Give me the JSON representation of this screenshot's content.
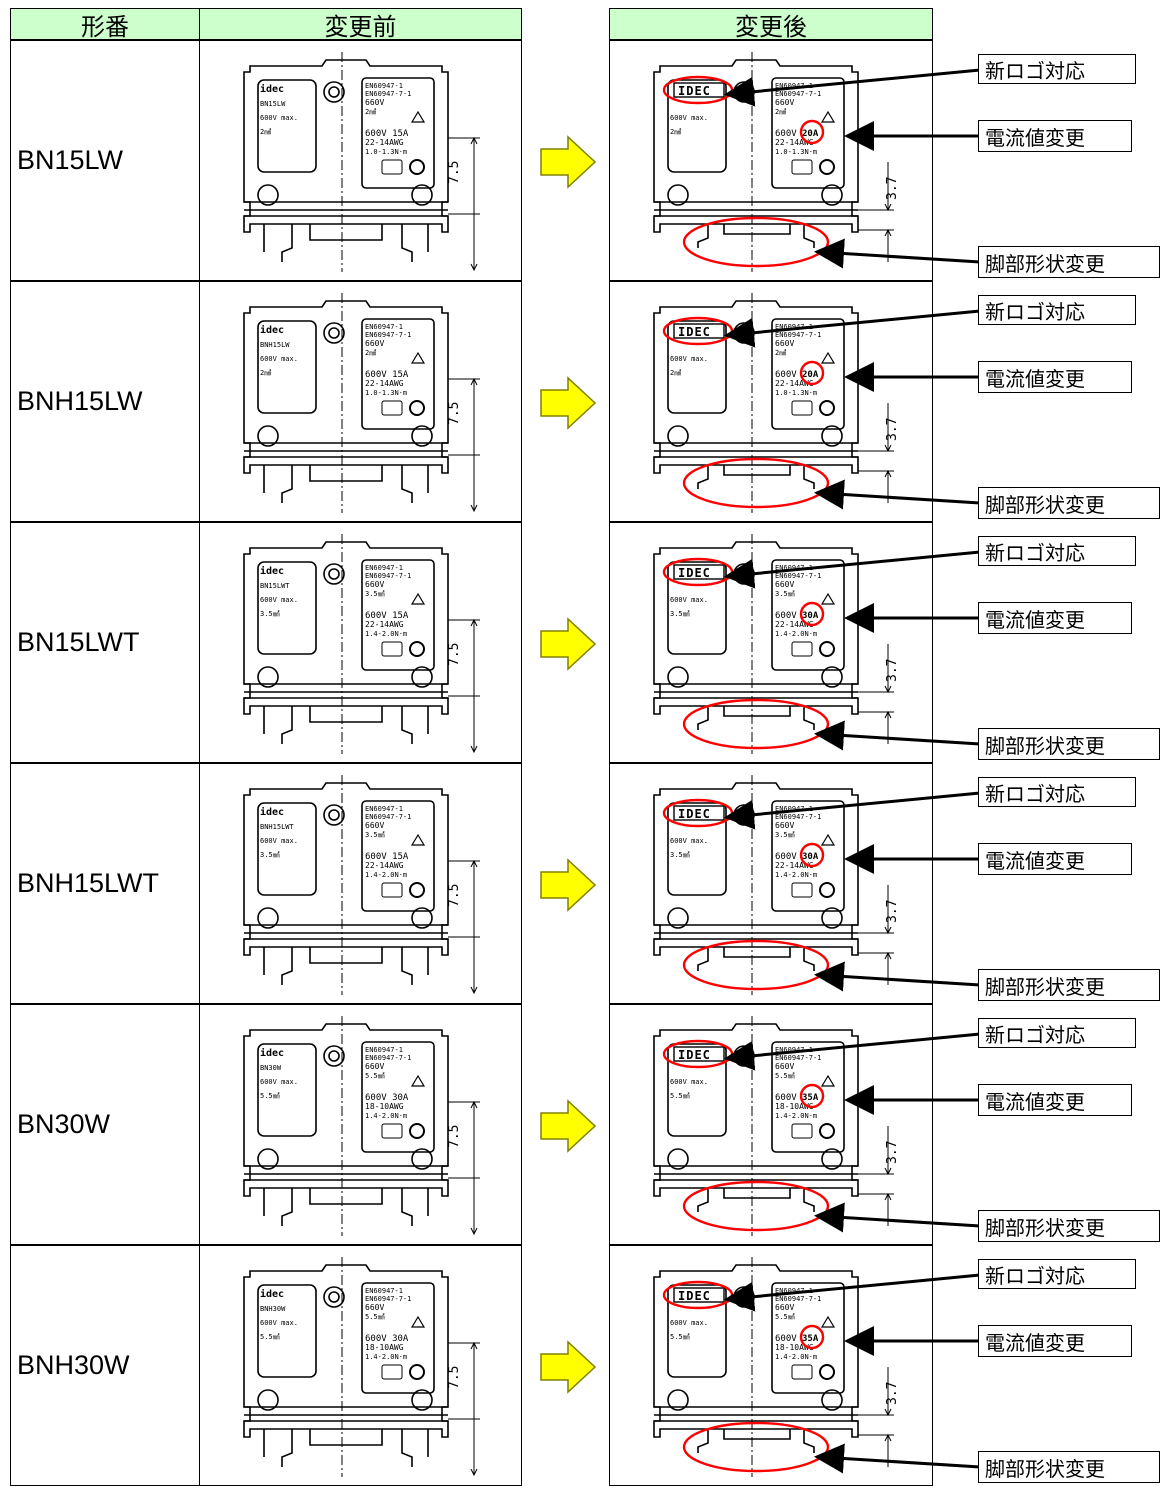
{
  "headers": {
    "model": "形番",
    "before": "変更前",
    "after": "変更後"
  },
  "callouts": {
    "logo": "新ロゴ対応",
    "current": "電流値変更",
    "foot": "脚部形状変更"
  },
  "drawing": {
    "standard": "EN60947-1",
    "standard2": "EN60947-7-1",
    "old_logo": "idec",
    "new_logo": "IDEC",
    "dim_before": "7.5",
    "dim_after": "3.7"
  },
  "colors": {
    "header_bg": "#ccffcc",
    "arrow_fill": "#ffff00",
    "arrow_stroke": "#808000",
    "highlight": "#ff0000"
  },
  "rows": [
    {
      "model": "BN15LW",
      "code": "BN15LW",
      "rating": "600V max.",
      "size": "2㎟",
      "ac": "660V",
      "ac_size": "2㎟",
      "current_old": "600V 15A",
      "current_new": "20A",
      "awg": "22-14AWG",
      "torque": "1.0-1.3N·m"
    },
    {
      "model": "BNH15LW",
      "code": "BNH15LW",
      "rating": "600V max.",
      "size": "2㎟",
      "ac": "660V",
      "ac_size": "2㎟",
      "current_old": "600V 15A",
      "current_new": "20A",
      "awg": "22-14AWG",
      "torque": "1.0-1.3N·m"
    },
    {
      "model": "BN15LWT",
      "code": "BN15LWT",
      "rating": "600V max.",
      "size": "3.5㎟",
      "ac": "660V",
      "ac_size": "3.5㎟",
      "current_old": "600V 15A",
      "current_new": "30A",
      "awg": "22-14AWG",
      "torque": "1.4-2.0N·m"
    },
    {
      "model": "BNH15LWT",
      "code": "BNH15LWT",
      "rating": "600V max.",
      "size": "3.5㎟",
      "ac": "660V",
      "ac_size": "3.5㎟",
      "current_old": "600V 15A",
      "current_new": "30A",
      "awg": "22-14AWG",
      "torque": "1.4-2.0N·m"
    },
    {
      "model": "BN30W",
      "code": "BN30W",
      "rating": "600V max.",
      "size": "5.5㎟",
      "ac": "660V",
      "ac_size": "5.5㎟",
      "current_old": "600V 30A",
      "current_new": "35A",
      "awg": "18-10AWG",
      "torque": "1.4-2.0N·m"
    },
    {
      "model": "BNH30W",
      "code": "BNH30W",
      "rating": "600V max.",
      "size": "5.5㎟",
      "ac": "660V",
      "ac_size": "5.5㎟",
      "current_old": "600V 30A",
      "current_new": "35A",
      "awg": "18-10AWG",
      "torque": "1.4-2.0N·m"
    }
  ]
}
